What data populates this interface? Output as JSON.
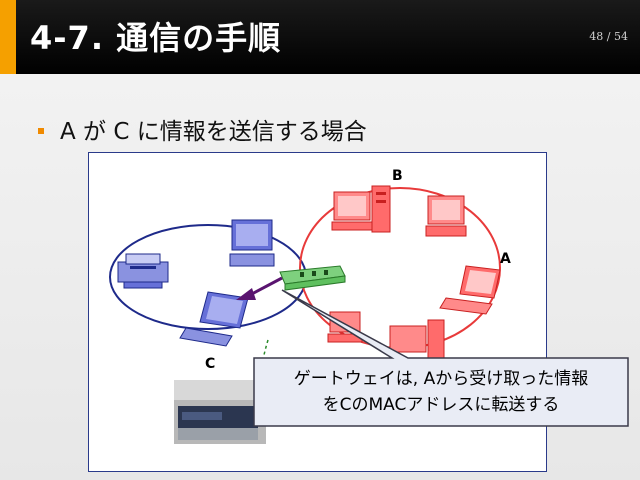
{
  "header": {
    "title": "4-7. 通信の手順",
    "page_number": "48 / 54"
  },
  "bullet": {
    "text": "A が C に情報を送信する場合"
  },
  "diagram": {
    "labels": {
      "a": "A",
      "b": "B",
      "c": "C"
    },
    "callout": {
      "line1": "ゲートウェイは, Aから受け取った情報",
      "line2": "をCのMACアドレスに転送する"
    },
    "colors": {
      "ring_blue": "#1e2a8a",
      "ring_red": "#e83a3a",
      "device_blue": "#6670d8",
      "device_red": "#ff6b6b",
      "gateway_green": "#5fc05f",
      "arrow_purple": "#5a1470",
      "callout_fill": "#e9ecf5"
    }
  }
}
